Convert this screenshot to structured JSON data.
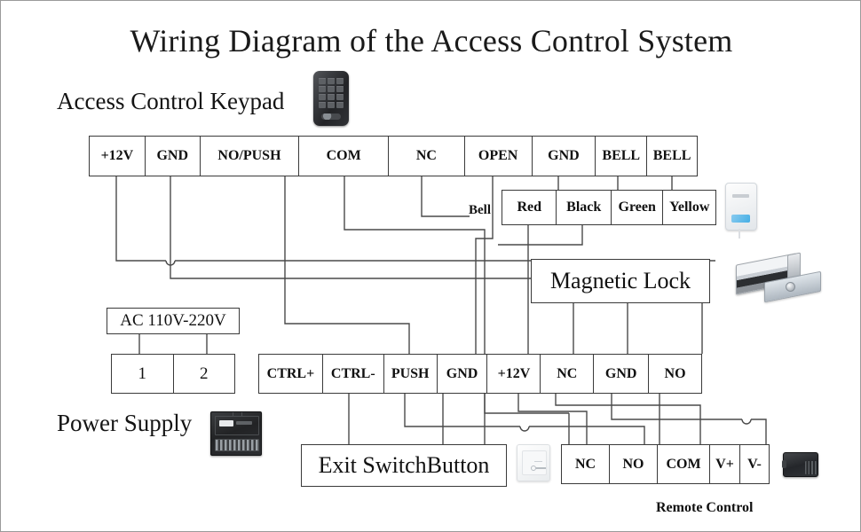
{
  "title": "Wiring Diagram of the Access Control System",
  "labels": {
    "keypad": "Access Control Keypad",
    "power_supply": "Power Supply",
    "bell_tag": "Bell",
    "remote_control": "Remote Control"
  },
  "keypad_terminals": {
    "name": "Access Control Keypad terminal strip",
    "cells": [
      "+12V",
      "GND",
      "NO/PUSH",
      "COM",
      "NC",
      "OPEN",
      "GND",
      "BELL",
      "BELL"
    ]
  },
  "reader_wires": {
    "name": "Card reader wire colors",
    "cells": [
      "Red",
      "Black",
      "Green",
      "Yellow"
    ]
  },
  "magnetic_lock": {
    "label": "Magnetic Lock"
  },
  "ac_input": {
    "label": "AC 110V-220V"
  },
  "ac_terminals": {
    "cells": [
      "1",
      "2"
    ]
  },
  "power_terminals": {
    "name": "Power supply and lock terminal strip",
    "cells": [
      "CTRL+",
      "CTRL-",
      "PUSH",
      "GND",
      "+12V",
      "NC",
      "GND",
      "NO"
    ]
  },
  "exit_switch": {
    "label": "Exit SwitchButton"
  },
  "remote_terminals": {
    "name": "Remote control terminal strip",
    "cells": [
      "NC",
      "NO",
      "COM",
      "V+",
      "V-"
    ]
  },
  "devices": {
    "keypad_icon": "access-control-keypad",
    "reader_icon": "card-reader",
    "maglock_icon": "magnetic-lock",
    "wall_switch_icon": "exit-wall-switch",
    "psu_icon": "power-supply-unit",
    "remote_icon": "remote-control-receiver"
  },
  "colors": {
    "line": "#4a4a4a",
    "border": "#3a3a3a",
    "text": "#111111",
    "accent_blue": "#37a9e4"
  }
}
